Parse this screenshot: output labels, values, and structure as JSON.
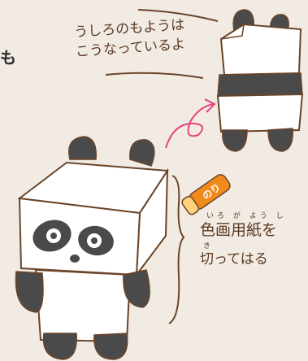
{
  "page": {
    "edge_text": "も"
  },
  "back_note": {
    "line1": "うしろのもようは",
    "line2": "こうなっているよ"
  },
  "glue_stick": {
    "label": "のり"
  },
  "craft_note": {
    "ruby1": "いろ が よう し",
    "line1": "色画用紙を",
    "ruby2": "き",
    "line2": "切ってはる"
  },
  "colors": {
    "background": "#f1ebe3",
    "outline": "#6b4428",
    "panda_black": "#4a4a4a",
    "arrow_pink": "#e8407e",
    "glue_orange": "#f08a1a"
  }
}
